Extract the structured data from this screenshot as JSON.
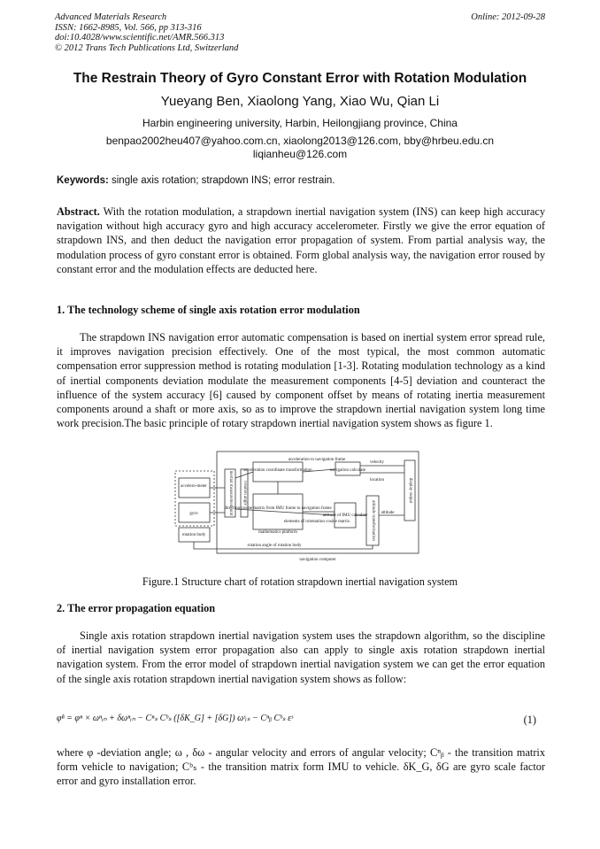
{
  "header": {
    "journal": "Advanced Materials Research",
    "issn": "ISSN: 1662-8985, Vol. 566, pp 313-316",
    "doi": "doi:10.4028/www.scientific.net/AMR.566.313",
    "copyright": "© 2012 Trans Tech Publications Ltd, Switzerland",
    "online": "Online: 2012-09-28"
  },
  "title": "The Restrain Theory of Gyro Constant Error with Rotation Modulation",
  "authors": "Yueyang Ben, Xiaolong Yang, Xiao Wu, Qian Li",
  "affiliation": "Harbin engineering university, Harbin, Heilongjiang province, China",
  "emails_line1": "benpao2002heu407@yahoo.com.cn, xiaolong2013@126.com, bby@hrbeu.edu.cn",
  "emails_line2": "liqianheu@126.com",
  "keywords_label": "Keywords:",
  "keywords": " single axis rotation; strapdown INS; error restrain.",
  "abstract_label": "Abstract.",
  "abstract": " With the rotation modulation, a strapdown inertial navigation system (INS) can keep high accuracy navigation without high accuracy gyro and high accuracy accelerometer. Firstly we give the error equation of strapdown INS, and then deduct the navigation error propagation of system. From partial analysis way, the modulation process of gyro constant error is obtained. Form global analysis way, the navigation error roused by constant error and the modulation effects are deducted here.",
  "section1": "1.   The technology scheme of single axis rotation error modulation",
  "para1": "The strapdown INS navigation error automatic compensation is based on inertial system error spread rule, it improves navigation precision effectively. One of the most typical, the most common automatic compensation error suppression method is rotating modulation [1-3]. Rotating modulation technology as a kind of inertial components deviation modulate the measurement components [4-5] deviation and counteract the influence of the system accuracy [6] caused by component offset by means of rotating inertia measurement components around a shaft or more axis, so as to improve the strapdown inertial navigation system long time work precision.The basic principle of rotary strapdown inertial navigation system shows as figure 1.",
  "figure": {
    "accelerometer": "accelero-meter",
    "gyro": "gyro",
    "rotation_body": "rotation body",
    "imu": "inertial measurement unit",
    "ra": "rotation angle",
    "acc_transform": "acceleration coordinate transformation",
    "nav_frame_acc": "acceleration to navigation frame",
    "nav_calc": "navigation calculate",
    "velocity": "velocity",
    "location": "location",
    "direction_cosine": "direction cosine matrix from IMU frame to navigation frame",
    "math_platform": "mathematics platform",
    "elements_of_orientation": "elements of orientation cosine matrix",
    "attitude_calc": "attitude of IMU calculate",
    "attitude": "attitude",
    "attitude_transform": "attitude transformation",
    "display": "display output",
    "rotation_angle_body": "rotation angle of rotation body",
    "nav_computer": "navigation computer"
  },
  "caption": "Figure.1 Structure chart of rotation strapdown inertial navigation system",
  "section2": "2.   The error propagation equation",
  "para2": "Single axis rotation strapdown inertial navigation system uses the strapdown algorithm, so the discipline of inertial navigation system error propagation also can apply to single axis rotation strapdown inertial navigation system. From the error model of strapdown inertial navigation system we can get the error equation of the single axis rotation strapdown inertial navigation system shows as follow:",
  "equation": "φ̇ⁿ = φⁿ × ωⁿᵢₙ + δωⁿᵢₙ − Cⁿₛ Cᵇₛ ([δK_G] + [δG]) ωˢᵢₛ − Cⁿᵦ Cᵇₛ εˢ",
  "equation_number": "(1)",
  "para3a": "where  φ -deviation angle;  ω , δω  -  angular velocity  and  errors  of  angular  velocity ;   C",
  "para3": "where  φ -deviation angle;  ω , δω - angular velocity and errors of angular velocity;  Cⁿᵦ - the transition matrix form vehicle to navigation; Cᵇₛ - the transition matrix form IMU to vehicle.  δK_G,  δG are gyro scale factor error and gyro installation error."
}
